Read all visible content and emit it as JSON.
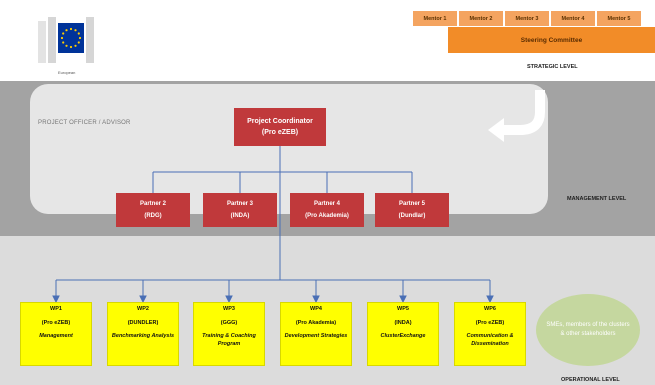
{
  "logo": {
    "caption": "European",
    "flag_color": "#003399",
    "star_color": "#ffcc00"
  },
  "strategic": {
    "mentors": [
      "Mentor 1",
      "Mentor 2",
      "Mentor 3",
      "Mentor 4",
      "Mentor 5"
    ],
    "steering_committee": "Steering Committee",
    "level_label": "STRATEGIC LEVEL"
  },
  "management": {
    "officer_label": "PROJECT OFFICER / ADVISOR",
    "coordinator": {
      "title": "Project Coordinator",
      "org": "(Pro eZEB)"
    },
    "partners": [
      {
        "title": "Partner 2",
        "org": "(RDG)"
      },
      {
        "title": "Partner 3",
        "org": "(INDA)"
      },
      {
        "title": "Partner 4",
        "org": "(Pro Akademia)"
      },
      {
        "title": "Partner 5",
        "org": "(Dundlar)"
      }
    ],
    "level_label": "MANAGEMENT LEVEL"
  },
  "operational": {
    "work_packages": [
      {
        "code": "WP1",
        "partner": "(Pro eZEB)",
        "task": "Management"
      },
      {
        "code": "WP2",
        "partner": "(DUNDLER)",
        "task": "Benchmarking Analysis"
      },
      {
        "code": "WP3",
        "partner": "(GGG)",
        "task": "Training & Coaching Program"
      },
      {
        "code": "WP4",
        "partner": "(Pro Akademia)",
        "task": "Development Strategies"
      },
      {
        "code": "WP5",
        "partner": "(INDA)",
        "task": "ClusterExchange"
      },
      {
        "code": "WP6",
        "partner": "(Pro eZEB)",
        "task": "Communication & Dissemination"
      }
    ],
    "smes": "SMEs, members of the clusters & other stakeholders",
    "level_label": "OPERATIONAL LEVEL"
  },
  "colors": {
    "partner_red": "#c0393b",
    "wp_yellow": "#ffff00",
    "steering_orange": "#f28c28",
    "mentor_orange": "#f4a460",
    "smes_green": "#c5d79f"
  }
}
